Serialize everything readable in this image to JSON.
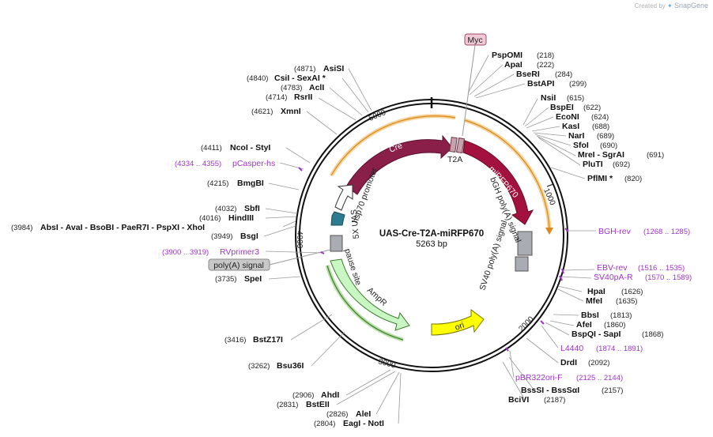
{
  "brand": {
    "prefix": "Created by",
    "name": "SnapGene"
  },
  "plasmid": {
    "name": "UAS-Cre-T2A-miRFP670",
    "size": "5263 bp"
  },
  "ticks": [
    "1000",
    "2000",
    "3000",
    "4000",
    "5000"
  ],
  "boxed_features": [
    {
      "label": "Myc",
      "fill": "#efc9d6",
      "stroke": "#a04a6a"
    },
    {
      "label": "poly(A) signal",
      "fill": "#c8c8c8",
      "stroke": "#8a8a8a"
    }
  ],
  "features": [
    {
      "label": "Cre",
      "color": "#8a2049"
    },
    {
      "label": "miRFP670",
      "color": "#a3123f"
    },
    {
      "label": "T2A",
      "color": "#c9a0ad"
    },
    {
      "label": "hsp70 promoter",
      "color": "#ffffff"
    },
    {
      "label": "5X UAS",
      "color": "#2b7c8e"
    },
    {
      "label": "pause site",
      "color": "#a9acb3"
    },
    {
      "label": "AmpR",
      "color": "#c8f7c3"
    },
    {
      "label": "ori",
      "color": "#ffff00"
    },
    {
      "label": "bGH poly(A) signal",
      "color": "#a9acb3"
    },
    {
      "label": "SV40 poly(A) signal",
      "color": "#a9acb3"
    }
  ],
  "right_sites": [
    {
      "name": "PspOMI",
      "pos": "(218)"
    },
    {
      "name": "ApaI",
      "pos": "(222)"
    },
    {
      "name": "BseRI",
      "pos": "(284)"
    },
    {
      "name": "BstAPI",
      "pos": "(299)"
    },
    {
      "name": "NsiI",
      "pos": "(615)"
    },
    {
      "name": "BspEI",
      "pos": "(622)"
    },
    {
      "name": "EcoNI",
      "pos": "(624)"
    },
    {
      "name": "KasI",
      "pos": "(688)"
    },
    {
      "name": "NarI",
      "pos": "(689)"
    },
    {
      "name": "SfoI",
      "pos": "(690)"
    },
    {
      "name": "MreI  -  SgrAI",
      "pos": "(691)"
    },
    {
      "name": "PluTI",
      "pos": "(692)"
    },
    {
      "name": "PflMI *",
      "pos": "(820)"
    },
    {
      "name": "HpaI",
      "pos": "(1626)"
    },
    {
      "name": "MfeI",
      "pos": "(1635)"
    },
    {
      "name": "BbsI",
      "pos": "(1813)"
    },
    {
      "name": "AfeI",
      "pos": "(1860)"
    },
    {
      "name": "BspQI  -  SapI",
      "pos": "(1868)"
    },
    {
      "name": "DrdI",
      "pos": "(2092)"
    },
    {
      "name": "BssSI  -  BssSαI",
      "pos": "(2157)"
    },
    {
      "name": "BciVI",
      "pos": "(2187)"
    }
  ],
  "left_sites": [
    {
      "pos": "(4871)",
      "name": "AsiSI"
    },
    {
      "pos": "(4840)",
      "name": "CsiI  -  SexAI *"
    },
    {
      "pos": "(4783)",
      "name": "AclI"
    },
    {
      "pos": "(4714)",
      "name": "RsrII"
    },
    {
      "pos": "(4621)",
      "name": "XmnI"
    },
    {
      "pos": "(4411)",
      "name": "NcoI  -  StyI"
    },
    {
      "pos": "(4215)",
      "name": "BmgBI"
    },
    {
      "pos": "(4032)",
      "name": "SbfI"
    },
    {
      "pos": "(4016)",
      "name": "HindIII"
    },
    {
      "pos": "(3984)",
      "name": "AbsI  -  AvaI  -  BsoBI  -  PaeR7I  -  PspXI  -  XhoI"
    },
    {
      "pos": "(3949)",
      "name": "BsgI"
    },
    {
      "pos": "(3735)",
      "name": "SpeI"
    },
    {
      "pos": "(3416)",
      "name": "BstZ17I"
    },
    {
      "pos": "(3262)",
      "name": "Bsu36I"
    },
    {
      "pos": "(2906)",
      "name": "AhdI"
    },
    {
      "pos": "(2831)",
      "name": "BstEII"
    },
    {
      "pos": "(2826)",
      "name": "AleI"
    },
    {
      "pos": "(2804)",
      "name": "EagI  -  NotI"
    }
  ],
  "primers": [
    {
      "name": "BGH-rev",
      "range": "(1268 .. 1285)"
    },
    {
      "name": "EBV-rev",
      "range": "(1516 .. 1535)"
    },
    {
      "name": "SV40pA-R",
      "range": "(1570 .. 1589)"
    },
    {
      "name": "L4440",
      "range": "(1874 .. 1891)"
    },
    {
      "name": "pBR322ori-F",
      "range": "(2125 .. 2144)"
    },
    {
      "range": "(4334 .. 4355)",
      "name": "pCasper-hs"
    },
    {
      "range": "(3900 .. 3919)",
      "name": "RVprimer3"
    }
  ]
}
